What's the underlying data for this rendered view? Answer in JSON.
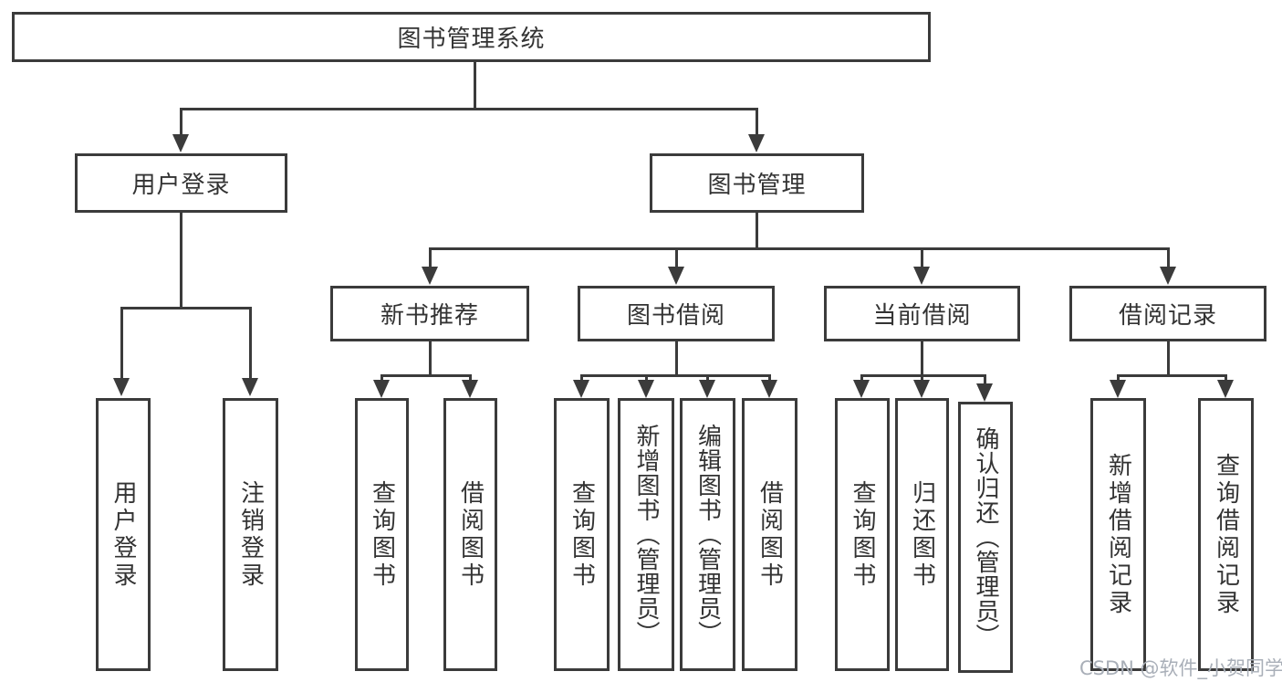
{
  "meta": {
    "watermark": "CSDN @软件_小贺同学"
  },
  "colors": {
    "line": "#3b3b3b",
    "text": "#333333",
    "background": "#ffffff",
    "watermark": "#a9afb8"
  },
  "tree": {
    "root": {
      "label": "图书管理系统"
    },
    "branches": [
      {
        "label": "用户登录",
        "children": [
          {
            "label": "用户登录"
          },
          {
            "label": "注销登录"
          }
        ]
      },
      {
        "label": "图书管理",
        "children": [
          {
            "label": "新书推荐",
            "children": [
              {
                "label": "查询图书"
              },
              {
                "label": "借阅图书"
              }
            ]
          },
          {
            "label": "图书借阅",
            "children": [
              {
                "label": "查询图书"
              },
              {
                "label": "新增图书（管理员）"
              },
              {
                "label": "编辑图书（管理员）"
              },
              {
                "label": "借阅图书"
              }
            ]
          },
          {
            "label": "当前借阅",
            "children": [
              {
                "label": "查询图书"
              },
              {
                "label": "归还图书"
              },
              {
                "label": "确认归还（管理员）"
              }
            ]
          },
          {
            "label": "借阅记录",
            "children": [
              {
                "label": "新增借阅记录"
              },
              {
                "label": "查询借阅记录"
              }
            ]
          }
        ]
      }
    ]
  }
}
